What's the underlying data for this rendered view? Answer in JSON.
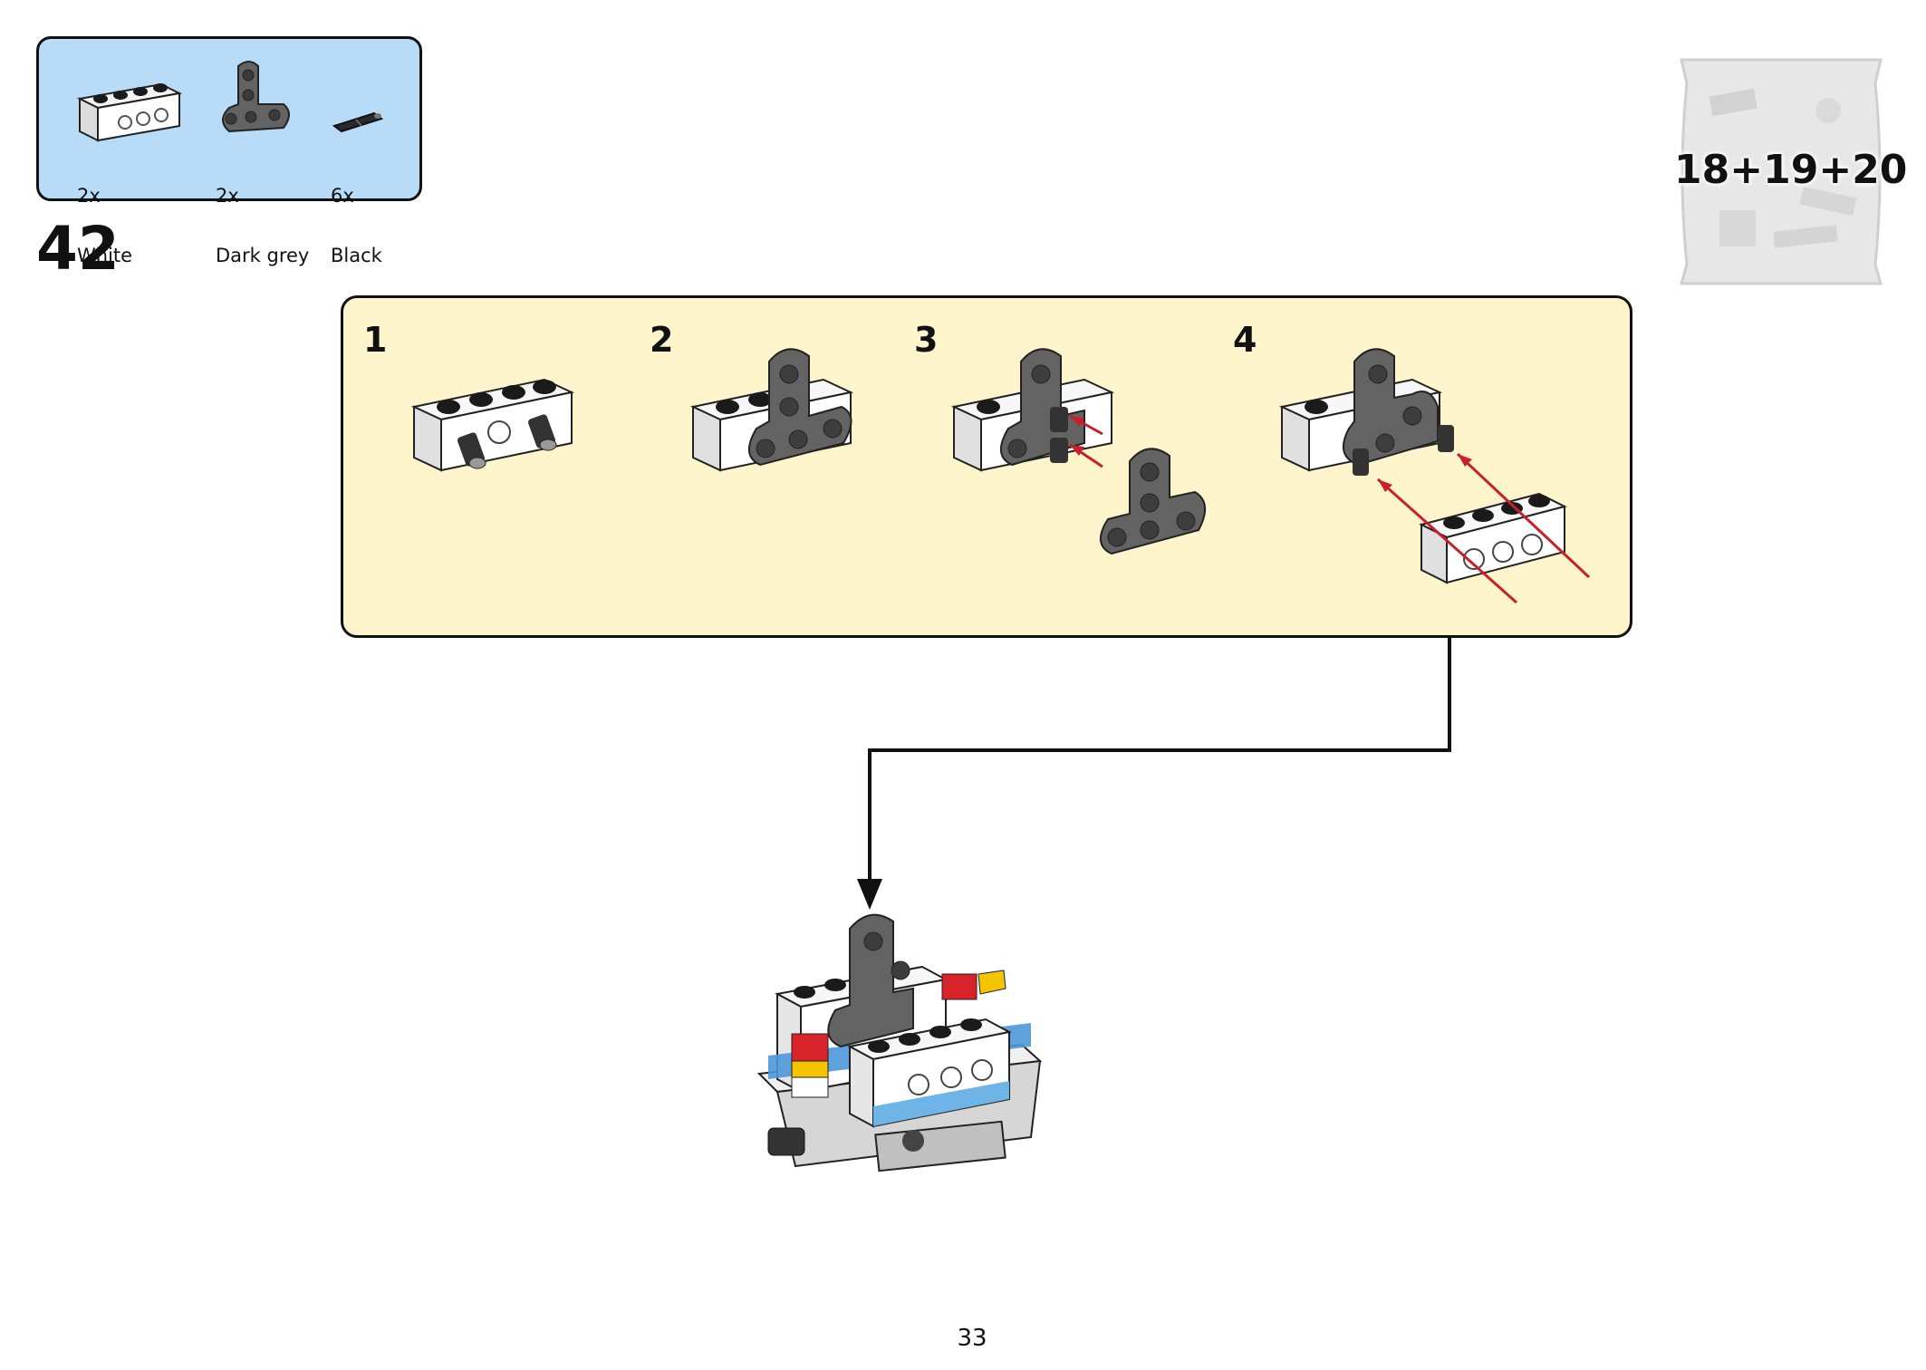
{
  "step": {
    "number": "42"
  },
  "parts": [
    {
      "qty": "2x",
      "color": "White",
      "icon": "technic-brick-1x4-icon"
    },
    {
      "qty": "2x",
      "color": "Dark grey",
      "icon": "technic-t-beam-icon"
    },
    {
      "qty": "6x",
      "color": "Black",
      "icon": "technic-pin-icon"
    }
  ],
  "bag": {
    "label": "18+19+20",
    "icon": "parts-bag-icon"
  },
  "substeps": [
    "1",
    "2",
    "3",
    "4"
  ],
  "page": {
    "number": "33"
  },
  "colors": {
    "parts_box": "#b8dcf7",
    "substep_box": "#fff5cc",
    "dark_grey": "#636363",
    "black_stud": "#1a1a1a",
    "arrow_red": "#c8202a"
  }
}
